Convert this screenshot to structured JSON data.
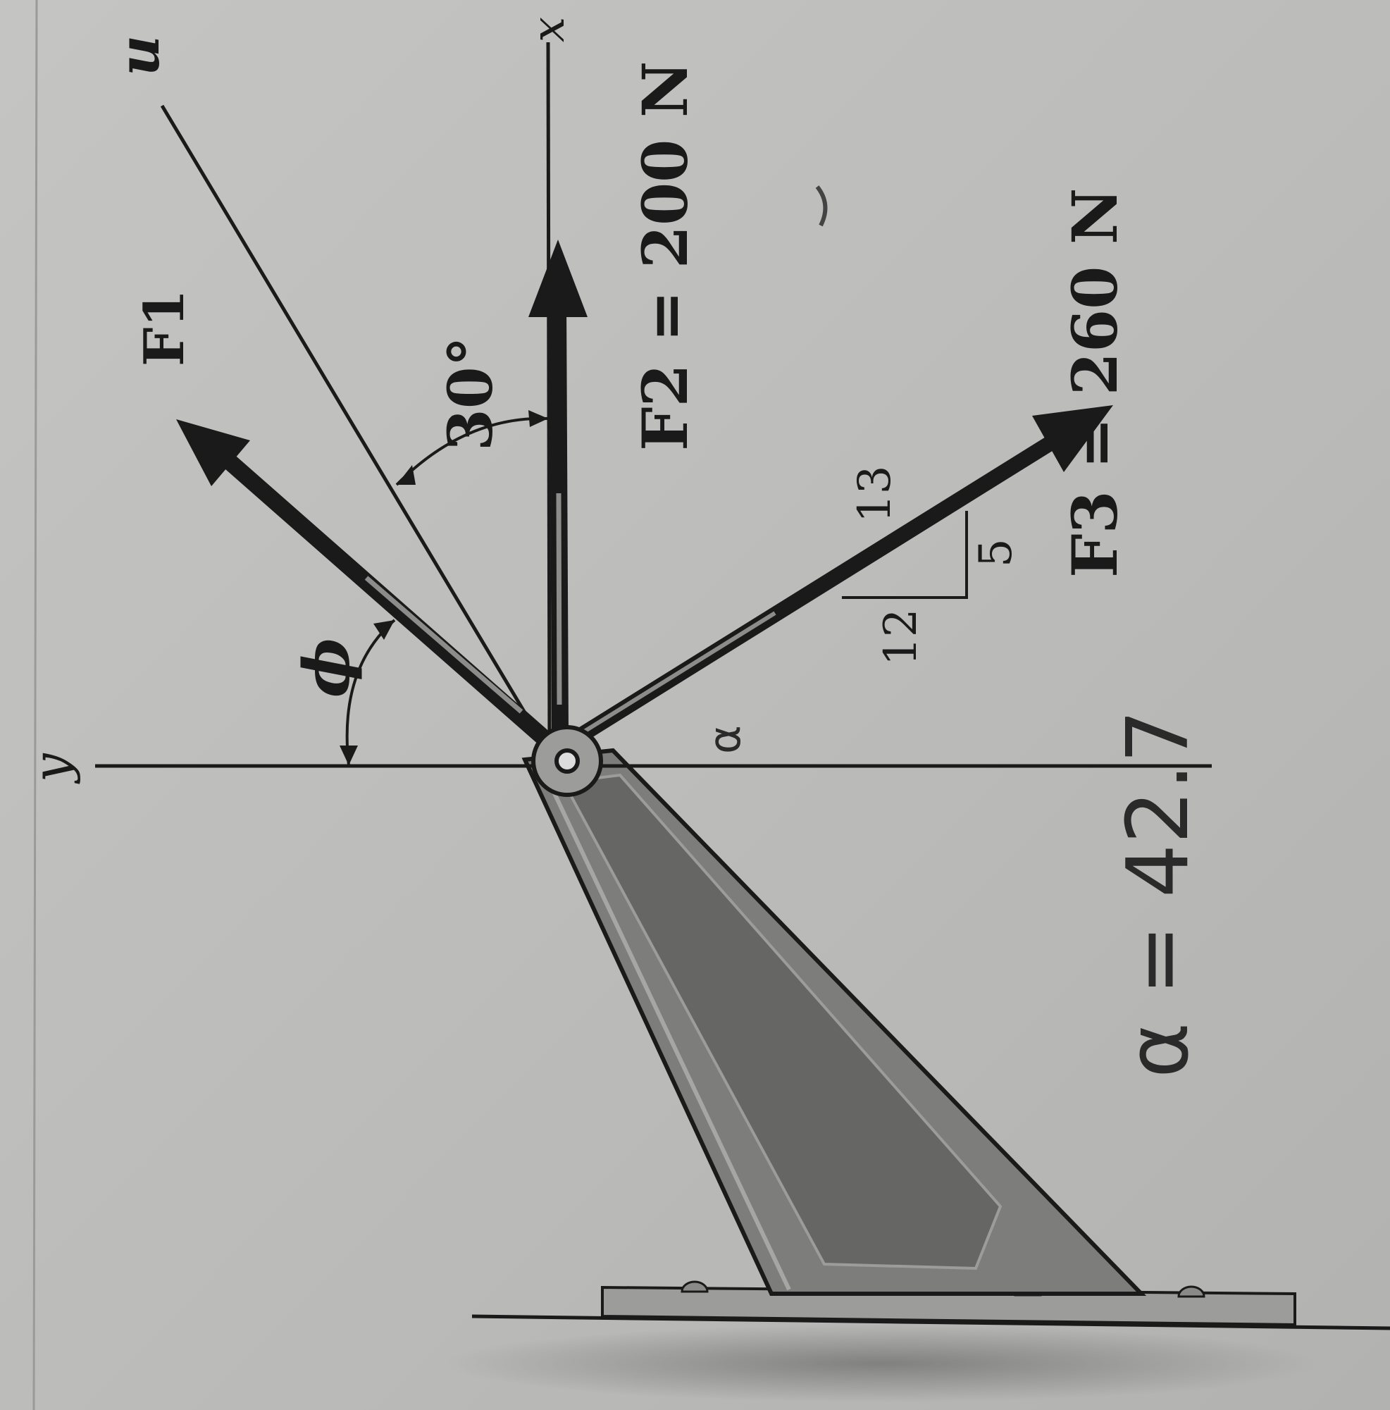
{
  "axes": {
    "x_label": "x",
    "y_label": "y",
    "u_label": "u"
  },
  "forces": {
    "f1_label": "F1",
    "f2_label": "F2 = 200 N",
    "f3_label": "F3 = 260 N"
  },
  "angles": {
    "angle_30": "30°",
    "phi": "ϕ",
    "alpha": "α"
  },
  "slope_triangle": {
    "hyp": "13",
    "rise": "5",
    "run": "12"
  },
  "handwritten_note": "α = 42.7",
  "colors": {
    "paper": "#bdbdbb",
    "ink": "#1a1a1a",
    "bracket_fill": "#7d7d7b",
    "bracket_inner": "#666664"
  }
}
